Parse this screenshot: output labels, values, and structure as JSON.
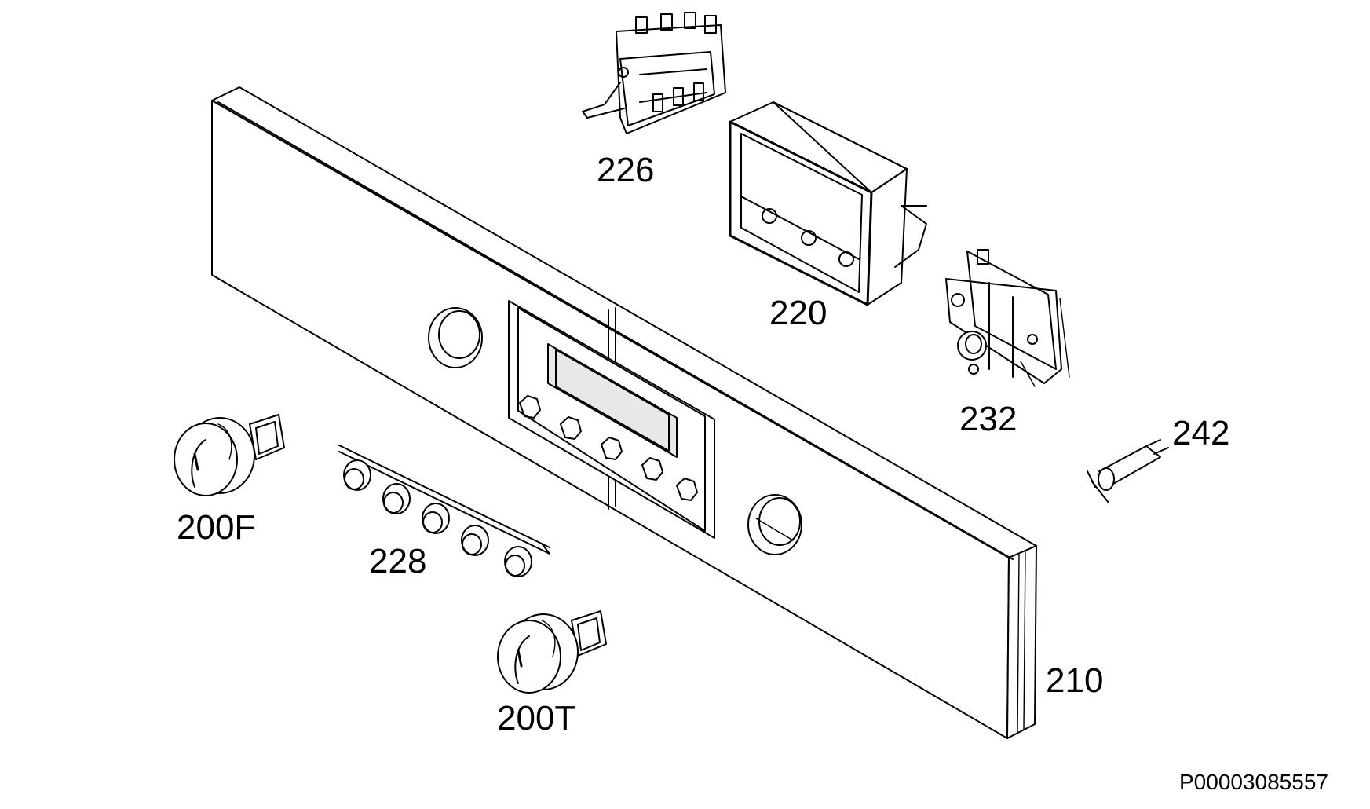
{
  "diagram": {
    "drawing_id": "P00003085557",
    "parts": [
      {
        "id": "part-226",
        "label": "226",
        "component": "selector-switch"
      },
      {
        "id": "part-220",
        "label": "220",
        "component": "display-housing"
      },
      {
        "id": "part-232",
        "label": "232",
        "component": "thermostat-regulator"
      },
      {
        "id": "part-242",
        "label": "242",
        "component": "pilot-lamp"
      },
      {
        "id": "part-200F",
        "label": "200F",
        "component": "function-knob"
      },
      {
        "id": "part-228",
        "label": "228",
        "component": "push-button-strip"
      },
      {
        "id": "part-200T",
        "label": "200T",
        "component": "temperature-knob"
      },
      {
        "id": "part-210",
        "label": "210",
        "component": "control-panel"
      }
    ]
  }
}
